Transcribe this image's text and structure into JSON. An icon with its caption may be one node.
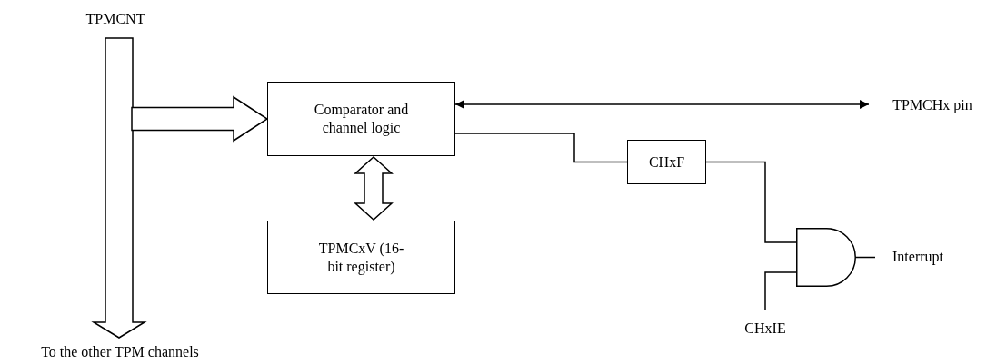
{
  "diagram": {
    "nodes": [
      {
        "text": [
          "TPMCNT"
        ]
      },
      {
        "text": [
          "Comparator and channel logic"
        ]
      },
      {
        "text": [
          "TPMCxV (16-bit register)"
        ]
      },
      {
        "text": [
          "TPMCHx pin"
        ]
      },
      {
        "text": [
          "CHxF"
        ]
      },
      {
        "text": [],
        "shape": "gate"
      },
      {
        "text": [
          "Interrupt"
        ]
      },
      {
        "text": [
          "CHxIE"
        ]
      },
      {
        "text": [
          "To the other TPM channels"
        ]
      }
    ],
    "edges": [
      {
        "from": 0,
        "to": 8,
        "arrow": "to",
        "style": "thick"
      },
      {
        "from": 0,
        "to": 1,
        "arrow": "to",
        "style": "thick"
      },
      {
        "from": 1,
        "to": 2,
        "arrow": "both",
        "style": "thick"
      },
      {
        "from": 1,
        "to": 3,
        "arrow": "both"
      },
      {
        "from": 1,
        "to": 4,
        "arrow": "none"
      },
      {
        "from": 4,
        "to": 5,
        "arrow": "none"
      },
      {
        "from": 7,
        "to": 5,
        "arrow": "none"
      },
      {
        "from": 5,
        "to": 6,
        "arrow": "none"
      }
    ]
  }
}
